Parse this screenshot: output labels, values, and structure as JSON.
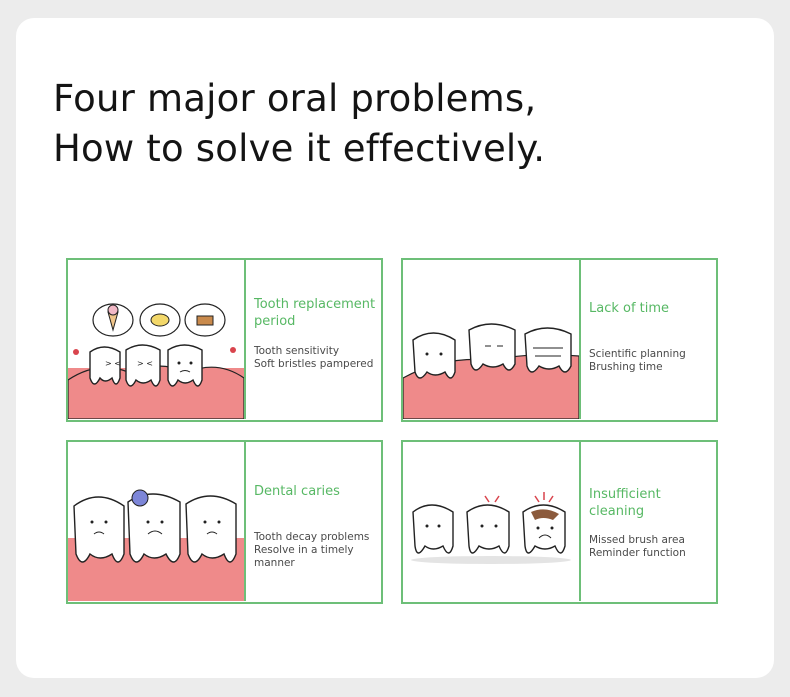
{
  "title": {
    "line1": "Four major oral problems,",
    "line2": "How to solve it effectively."
  },
  "panels": [
    {
      "heading_lines": [
        "Tooth replacement",
        "period"
      ],
      "desc_lines": [
        "Tooth sensitivity",
        "Soft bristles pampered"
      ],
      "illustration": "sensitive-teeth-with-food-bubbles"
    },
    {
      "heading_lines": [
        "Lack of time"
      ],
      "desc_lines": [
        "Scientific planning",
        "Brushing time"
      ],
      "illustration": "three-teeth-on-gum"
    },
    {
      "heading_lines": [
        "Dental caries"
      ],
      "desc_lines": [
        "Tooth decay problems",
        "Resolve in a timely",
        "manner"
      ],
      "illustration": "worried-teeth-with-germ"
    },
    {
      "heading_lines": [
        "Insufficient",
        "cleaning"
      ],
      "desc_lines": [
        "Missed brush area",
        "Reminder function"
      ],
      "illustration": "three-standing-teeth-decaying"
    }
  ],
  "colors": {
    "border_green": "#6dbf78",
    "heading_green": "#57b864",
    "gum_pink": "#ef8a8a",
    "card_bg": "#ffffff",
    "page_bg": "#ececec"
  }
}
